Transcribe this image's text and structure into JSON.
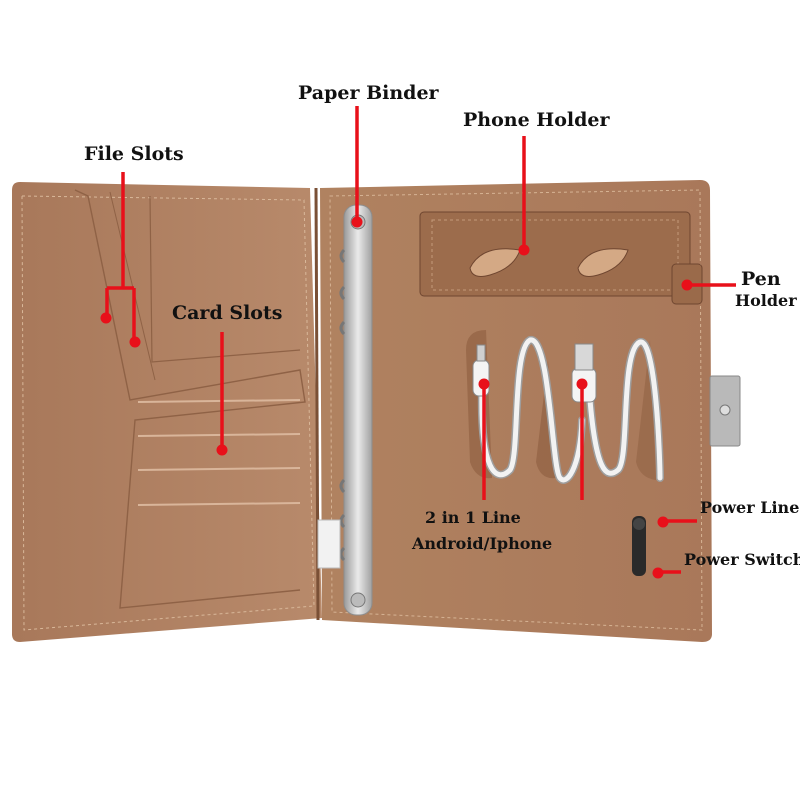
{
  "labels": {
    "file_slots": "File Slots",
    "paper_binder": "Paper Binder",
    "phone_holder": "Phone Holder",
    "card_slots": "Card Slots",
    "pen_line1": "Pen",
    "pen_line2": "Holder",
    "cable_line1": "2 in 1 Line",
    "cable_line2": "Android/Iphone",
    "power_line": "Power Line",
    "power_switch": "Power Switch"
  },
  "colors": {
    "leather": "#b07e5c",
    "leather_dark": "#8a5d40",
    "annotation": "#e8101a",
    "metal": "#c9c9c9",
    "cable": "#efefef"
  },
  "icons": [
    "binder-ring-icon",
    "usb-connector-icon",
    "power-button-icon"
  ]
}
